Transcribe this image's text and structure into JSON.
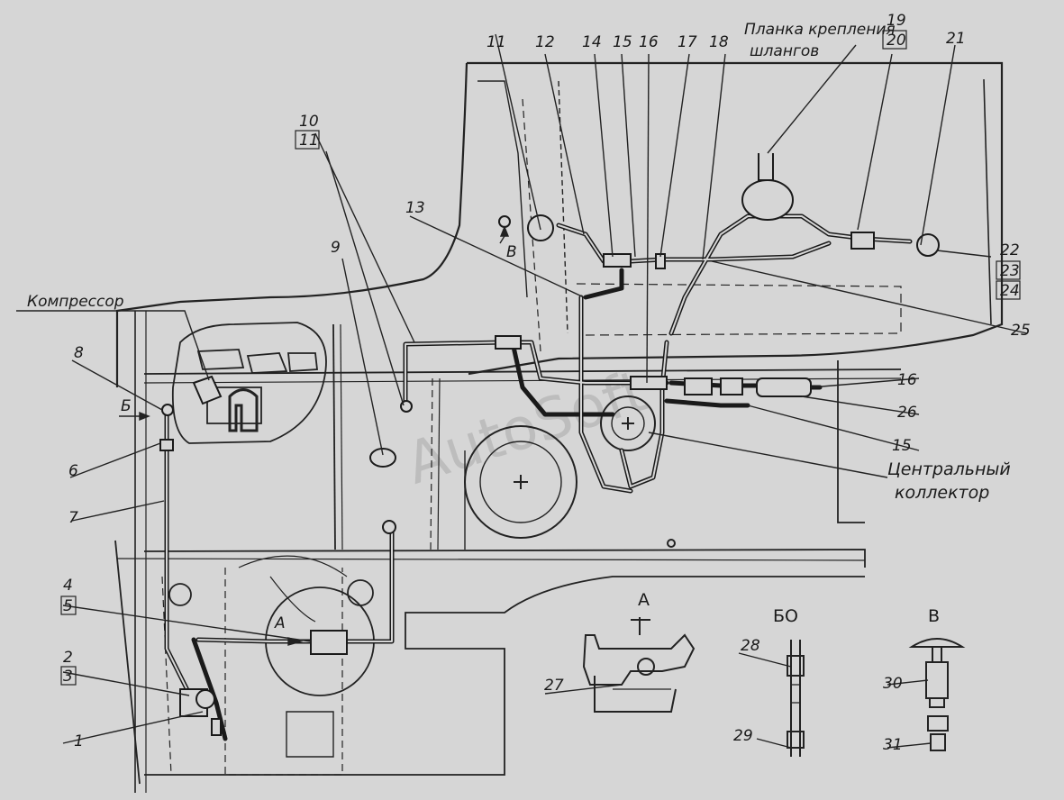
{
  "watermark": "AutoSoft",
  "labels": {
    "n1": "1",
    "n2": "2",
    "n3": "3",
    "n4": "4",
    "n5": "5",
    "n6": "6",
    "n7": "7",
    "n8": "8",
    "n9": "9",
    "n10": "10",
    "n11a": "11",
    "n11b": "11",
    "n12": "12",
    "n13": "13",
    "n14": "14",
    "n15a": "15",
    "n15b": "15",
    "n16a": "16",
    "n16b": "16",
    "n17": "17",
    "n18": "18",
    "n19": "19",
    "n20": "20",
    "n21": "21",
    "n22": "22",
    "n23": "23",
    "n24": "24",
    "n25": "25",
    "n26": "26",
    "n27": "27",
    "n28": "28",
    "n29": "29",
    "n30": "30",
    "n31": "31"
  },
  "text": {
    "compressor": "Компрессор",
    "plank_line1": "Планка крепления",
    "plank_line2": "шлангов",
    "central_line1": "Центральный",
    "central_line2": "коллектор",
    "view_a": "А",
    "view_bo": "БО",
    "view_v": "В",
    "arrow_b": "Б",
    "arrow_a": "А",
    "arrow_v": "В"
  }
}
